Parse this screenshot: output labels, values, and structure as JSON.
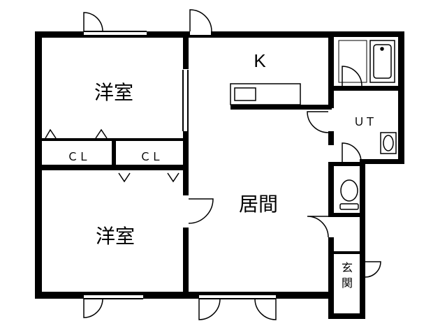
{
  "rooms": {
    "western_room_top": "洋室",
    "western_room_bottom": "洋室",
    "kitchen": "K",
    "living": "居間",
    "utility": "ＵＴ",
    "closet_left": "ＣＬ",
    "closet_right": "ＣＬ",
    "entrance_1": "玄",
    "entrance_2": "関"
  },
  "colors": {
    "wall": "#000000",
    "background": "#ffffff"
  }
}
